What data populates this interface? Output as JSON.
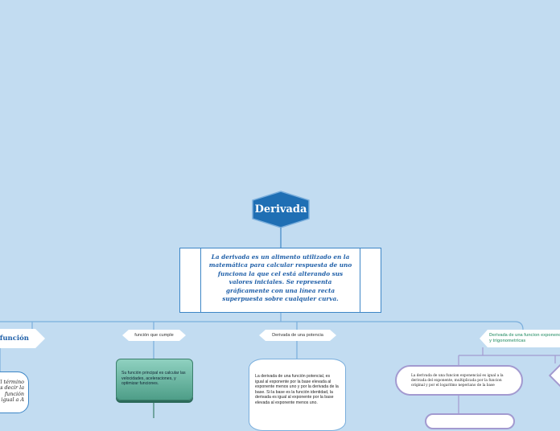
{
  "root": {
    "label": "Derivada"
  },
  "definition": "La derivada es un alimento utilizado en la matemática para calcular respuesta de uno funciona la que cel está alterando sus valores iniciales. Se representa gráficamente con una línea recta superpuesta sobre cualquier curva.",
  "branches": {
    "funcion": {
      "label": "a función",
      "body": "El término es decir la función igual a A"
    },
    "cumple": {
      "label": "función que cumple",
      "body": "Su función principal es calcular las velocidades, aceleraciones, y optimizar funciones."
    },
    "potencia": {
      "label": "Derivada de una potencia",
      "body": "La derivada de una función potencial, es igual al exponente por la base elevada al exponente menos uno y por la derivada de la base. Si la base es la función identidad, la derivada es igual al exponente por la base elevada al exponente menos uno."
    },
    "exponencial": {
      "label": "Derivada de una funcion exponencial y trigonometricas",
      "body": "La derivada de una funcion exponencial es igual a la derivada del exponente, multiplicada por la funcion original y por el logaritmo neperiano de la base"
    }
  },
  "colors": {
    "background": "#c2dcf1",
    "root_fill": "#1f6fb4",
    "definition_text": "#1f5fa8",
    "connector": "#7aaedc",
    "purple_outline": "#a39ad0",
    "teal_fill": "#6bb8a5"
  }
}
